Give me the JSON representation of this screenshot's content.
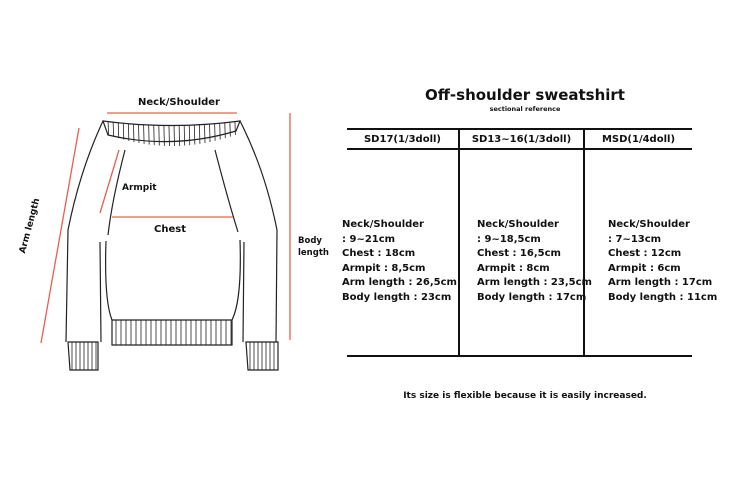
{
  "diagram": {
    "labels": {
      "neck_shoulder": "Neck/Shoulder",
      "armpit": "Armpit",
      "chest": "Chest",
      "arm_length": "Arm length",
      "body_length_1": "Body",
      "body_length_2": "length"
    },
    "colors": {
      "measure_line": "#e8604c",
      "outline": "#222222"
    }
  },
  "title": "Off-shoulder sweatshirt",
  "subtitle": "sectional reference",
  "table": {
    "columns": [
      {
        "header": "SD17(1/3doll)",
        "lines": [
          "Neck/Shoulder",
          ":  9~21cm",
          "Chest : 18cm",
          "Armpit : 8,5cm",
          "Arm length : 26,5cm",
          "Body length : 23cm"
        ]
      },
      {
        "header": "SD13~16(1/3doll)",
        "lines": [
          "Neck/Shoulder",
          ":  9~18,5cm",
          "Chest : 16,5cm",
          "Armpit : 8cm",
          "Arm length : 23,5cm",
          "Body length : 17cm"
        ]
      },
      {
        "header": "MSD(1/4doll)",
        "lines": [
          "Neck/Shoulder",
          ":  7~13cm",
          "Chest : 12cm",
          "Armpit : 6cm",
          "Arm length : 17cm",
          "Body length : 11cm"
        ]
      }
    ]
  },
  "note": "Its size is flexible because it is easily increased."
}
